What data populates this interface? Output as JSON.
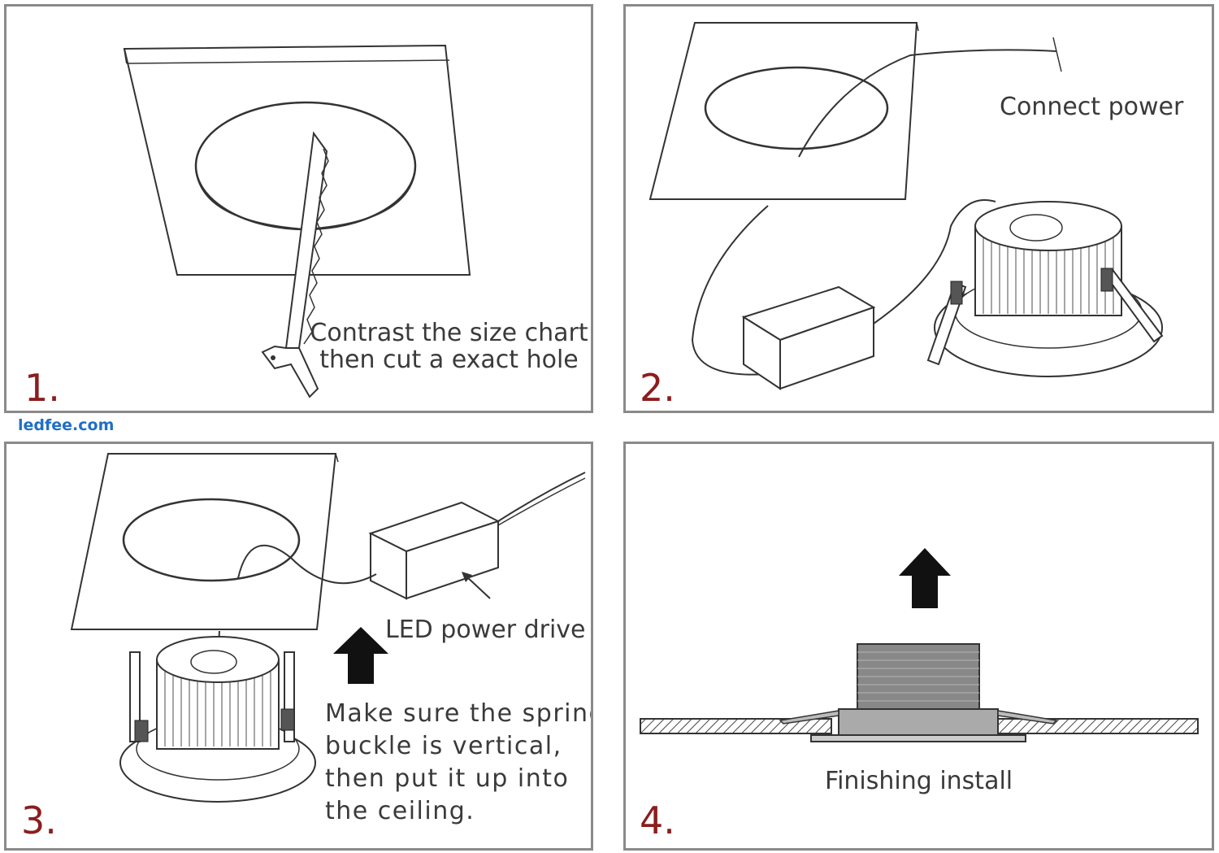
{
  "watermark": "ledfee.com",
  "colors": {
    "step_number": "#8b1e1e",
    "watermark": "#1f6fc5",
    "border": "#8a8a8a",
    "caption": "#3a3a3a"
  },
  "steps": [
    {
      "number": "1.",
      "caption_lines": [
        "Contrast the size chart",
        "then cut a exact hole"
      ]
    },
    {
      "number": "2.",
      "caption_lines": [
        "Connect power"
      ]
    },
    {
      "number": "3.",
      "label": "LED power drive",
      "caption_lines": [
        "Make sure the spring",
        "buckle is vertical,",
        "then put it up into",
        "the ceiling."
      ]
    },
    {
      "number": "4.",
      "caption_lines": [
        "Finishing install"
      ]
    }
  ]
}
